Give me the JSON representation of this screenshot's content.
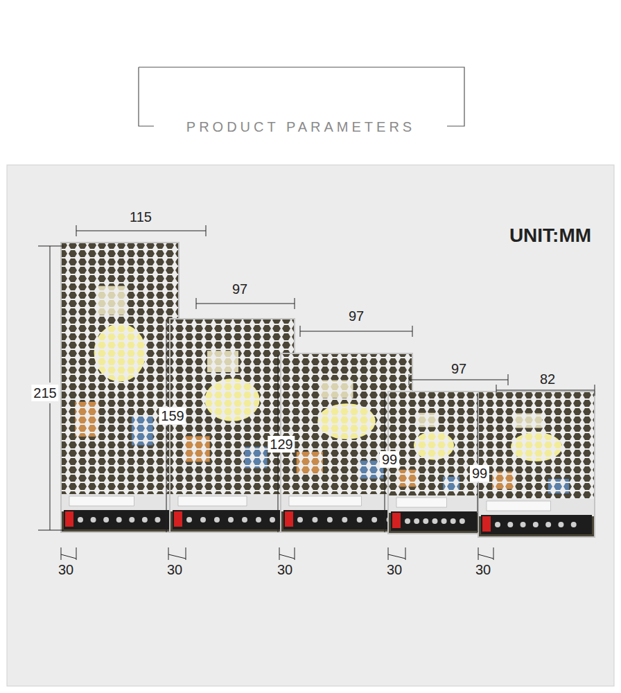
{
  "diagram": {
    "title": "PRODUCT PARAMETERS",
    "labels": [
      "UNIT:MM",
      "115",
      "97",
      "97",
      "97",
      "82",
      "215",
      "159",
      "129",
      "99",
      "99",
      "30",
      "30",
      "30",
      "30",
      "30"
    ]
  }
}
